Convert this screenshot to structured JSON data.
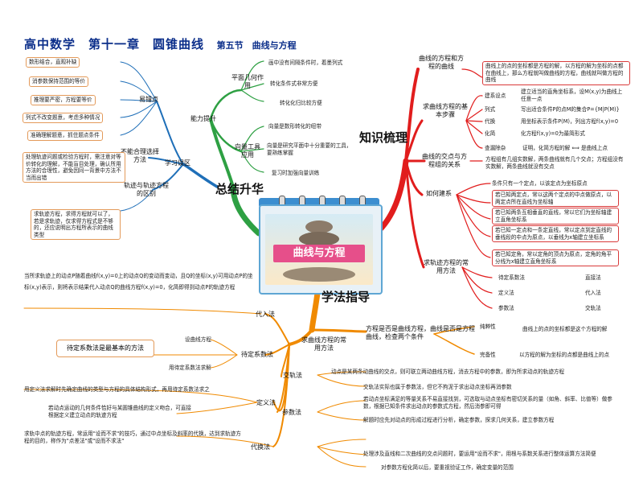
{
  "title": {
    "main": "高中数学　第十一章　圆锥曲线",
    "section": "第五节　曲线与方程"
  },
  "center": {
    "caption": "曲线与方程"
  },
  "hubs": {
    "summary": "总结升华",
    "knowledge": "知识梳理",
    "method": "学法指导"
  },
  "summary": {
    "ability": {
      "label": "能力提升",
      "plane": {
        "label": "平面几何作用",
        "items": [
          "画中没有间隔条件时，着墨列式",
          "转化条件式非常方便",
          "转化化归比较方便"
        ]
      },
      "vector": {
        "label": "向量工具应用",
        "items": [
          "向量是数形转化的纽带",
          "向量是研究平面中十分重要的工具，要熟练掌握",
          "复习时加强向量训练"
        ]
      }
    },
    "mistakes": {
      "label": "学习误区",
      "easy": {
        "label": "易错点",
        "items": [
          "数形结合，直观补缺",
          "消参数保持范围的等价",
          "推理要严密，方程要等价",
          "列式不改变题意，考虑多种情况",
          "准确理解题意，抓住题点条件"
        ]
      },
      "misuse": {
        "label": "不能合理选择方法",
        "text": "处理轨迹问题或检验方程时，需注意对等价转化的理解，不能盲目处理，确认所用方法的合理性，避免因同一背景中方法不当而出错"
      },
      "diff": {
        "label": "轨迹与轨迹方程的区别",
        "text": "求轨迹方程，求得方程就可以了，若是求轨迹，仅求得方程式是不够的，还应说明出方程所表示的曲线类型"
      }
    }
  },
  "knowledge": {
    "relation": {
      "label": "曲线的方程和方程的曲线",
      "text": "曲线上的点的坐标都是方程的解，以方程的解为坐标的点都在曲线上，那么方程就叫做曲线的方程，曲线就叫做方程的曲线"
    },
    "steps": {
      "label": "求曲线方程的基本步骤",
      "items": [
        {
          "k": "建系设点",
          "v": "建立适当的直角坐标系，设M(x,y)为曲线上任意一点"
        },
        {
          "k": "列式",
          "v": "写出适合条件P的点M的集合P={M|P(M)}"
        },
        {
          "k": "代换",
          "v": "用坐标表示条件P(M)，列出方程f(x,y)=0"
        },
        {
          "k": "化简",
          "v": "化方程f(x,y)=0为最简形式"
        },
        {
          "k": "查漏除杂",
          "v": "证明，化简方程的解 ⟺ 是曲线上点"
        }
      ]
    },
    "intersect": {
      "label": "曲线的交点与方程组的关系",
      "text": "方程组有几组实数解，两条曲线就有几个交点；方程组没有实数解，两条曲线就没有交点"
    },
    "build": {
      "label": "如何建系",
      "items": [
        "条件只有一个定点，以该定点为坐标原点",
        "若已知两定点，常以这两个定点的中点做原点，以两定点所在直线为坐标轴",
        "若已知两条互相垂直的直线，常以它们为坐标轴建立直角坐标系",
        "若已知一定点和一条定直线，常以定点到定直线的垂线段的中点为原点，以垂线为x轴建立坐标系",
        "若已知定角，常以定角的顶点为原点，定角的角平分线为x轴建立直角坐标系"
      ]
    },
    "common": {
      "label": "求轨迹方程的常用方法",
      "pairs": [
        [
          "待定系数法",
          "直接法"
        ],
        [
          "定义法",
          "代入法"
        ],
        [
          "参数法",
          "交轨法"
        ]
      ]
    }
  },
  "method": {
    "judge": {
      "label": "方程是否是曲线方程，曲线是否是方程曲线，检查两个条件",
      "items": [
        {
          "k": "纯粹性",
          "v": "曲线上的点的坐标都是这个方程的解"
        },
        {
          "k": "完备性",
          "v": "以方程的解为坐标的点都是曲线上的点"
        }
      ]
    },
    "common": {
      "label": "求曲线方程的常用方法"
    },
    "substitute": {
      "label": "代入法",
      "text": "当所求轨迹上的动点P随着曲线f(x,y)=0上的动点Q的变动而变动，且Q的坐标(x,y)可用动点P的坐标(x,y)表示，则将表示结果代入动点Q的曲线方程f(x,y)=0，化简即得到动点P的轨迹方程"
    },
    "undetermined": {
      "label": "待定系数法",
      "note": "待定系数法是最基本的方法",
      "items": [
        "设曲线方程",
        "用待定系数法求解"
      ]
    },
    "intersect": {
      "label": "交轨法",
      "items": [
        "动点是某两条动曲线的交点，则可联立两动曲线方程，消去方程中的参数，即为所求动点的轨迹方程",
        "交轨法实际也属于参数法，但它不拘泥于求出动点坐标再消参数"
      ]
    },
    "param": {
      "label": "参数法",
      "items": [
        "若动点坐标满足的等量关系不易直接找到，可选取与动点坐标有密切关系的量（如角、斜率、比值等）做参数，根据已知条件求出动点的参数式方程，然后消参即可得",
        "解题时应先对动点的形成过程进行分析，确定参数，探求几何关系，建立参数方程"
      ]
    },
    "definition": {
      "label": "定义法",
      "items": [
        "用定义法求解时先确定曲线的类型与方程的具体结构形式，再用待定系数法求之",
        "若动点运动的几何条件恰好与某圆锥曲线的定义吻合，可直接根据定义建立动点的轨迹方程"
      ]
    },
    "elimination": {
      "label": "代换法",
      "items": [
        "求轨中点的轨迹方程，常运用\"设而不求\"的技巧，通过中点坐标及斜率的代换，达到求轨迹方程的目的，称作为\"点差法\"或\"设而不求法\"",
        "处理涉及直线和二次曲线的交点问题时，要运用\"设而不求\"，用根与系数关系进行整体运算方法简便",
        "对参数方程化简以后，要重视验证工作，确定变量的范围"
      ]
    }
  },
  "colors": {
    "summary": "#2ea043",
    "knowledge": "#e11d1d",
    "method": "#f08a00",
    "title": "#0b2e8a"
  }
}
